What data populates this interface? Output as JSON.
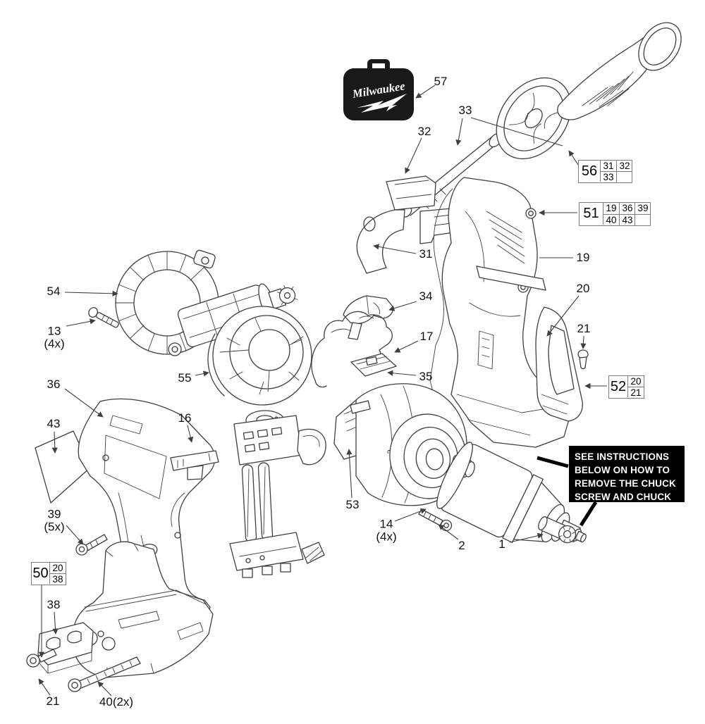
{
  "diagram": {
    "brand_case": {
      "logo": "Milwaukee"
    },
    "markings": {
      "gearbox": "2"
    },
    "colors": {
      "line": "#3f3f3f",
      "label": "#111111",
      "note_bg": "#000000",
      "note_fg": "#ffffff",
      "case_bg": "#191919"
    }
  },
  "note": {
    "line1": "SEE  INSTRUCTIONS",
    "line2": "BELOW ON HOW TO",
    "line3": "REMOVE THE CHUCK",
    "line4": "SCREW AND CHUCK"
  },
  "labels": {
    "l57": "57",
    "l33": "33",
    "l32": "32",
    "l31": "31",
    "l19": "19",
    "l20": "20",
    "l21r": "21",
    "l34": "34",
    "l17": "17",
    "l35": "35",
    "l54": "54",
    "l13": "13",
    "l13qty": "(4x)",
    "l55": "55",
    "l36": "36",
    "l43": "43",
    "l16": "16",
    "l39": "39",
    "l39qty": "(5x)",
    "l38": "38",
    "l21b": "21",
    "l40": "40(2x)",
    "l53": "53",
    "l14": "14",
    "l14qty": "(4x)",
    "l2": "2",
    "l1": "1"
  },
  "callout_boxes": {
    "b56": {
      "main": "56",
      "r1c1": "31",
      "r1c2": "32",
      "r2c1": "33",
      "r2c2": ""
    },
    "b51": {
      "main": "51",
      "r1c1": "19",
      "r1c2": "36",
      "r1c3": "39",
      "r2c1": "40",
      "r2c2": "43",
      "r2c3": ""
    },
    "b52": {
      "main": "52",
      "r1c1": "20",
      "r2c1": "21"
    },
    "b50": {
      "main": "50",
      "r1c1": "20",
      "r2c1": "38"
    }
  }
}
